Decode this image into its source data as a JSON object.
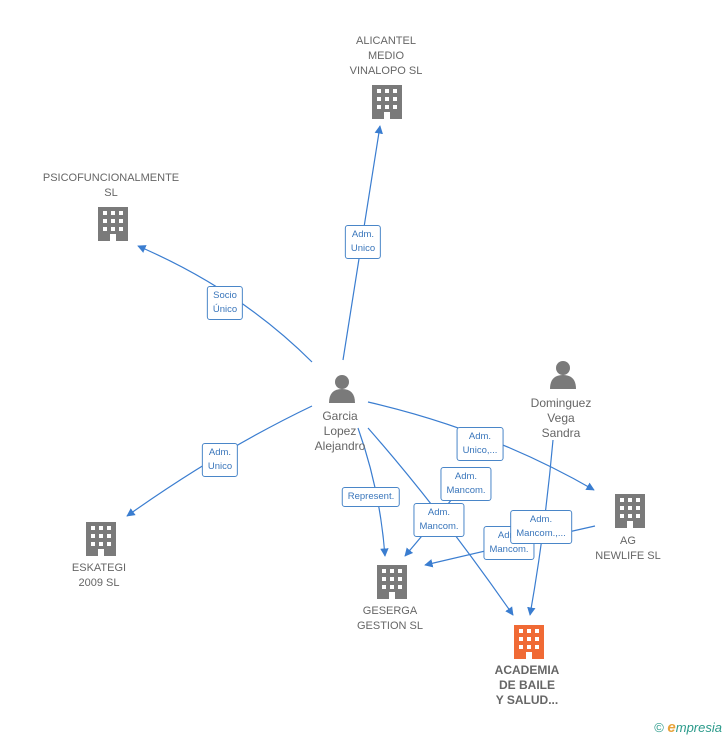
{
  "colors": {
    "edge": "#3a7dd0",
    "company_icon": "#7a7a7a",
    "person_icon": "#7a7a7a",
    "highlight_icon": "#f06a35",
    "label_border": "#4a86c8",
    "label_text": "#3a76bb"
  },
  "nodes": {
    "alicantel": {
      "label": "ALICANTEL\nMEDIO\nVINALOPO  SL",
      "kind": "company",
      "icon": "building-icon"
    },
    "psicofuncionalmente": {
      "label": "PSICOFUNCIONALMENTE\nSL",
      "kind": "company",
      "icon": "building-icon"
    },
    "garcia": {
      "label": "Garcia\nLopez\nAlejandro",
      "kind": "person",
      "icon": "person-icon"
    },
    "dominguez": {
      "label": "Dominguez\nVega\nSandra",
      "kind": "person",
      "icon": "person-icon"
    },
    "eskategi": {
      "label": "ESKATEGI\n2009 SL",
      "kind": "company",
      "icon": "building-icon"
    },
    "gesergo": {
      "label": "GESERGA\nGESTION SL",
      "kind": "company",
      "icon": "building-icon"
    },
    "ag_newlife": {
      "label": "AG\nNEWLIFE  SL",
      "kind": "company",
      "icon": "building-icon"
    },
    "academia": {
      "label": "ACADEMIA\nDE BAILE\nY SALUD...",
      "kind": "company-highlight",
      "icon": "building-icon"
    }
  },
  "edge_labels": {
    "adm_unico_alicantel": "Adm.\nUnico",
    "socio_unico": "Socio\nÚnico",
    "adm_unico_eskategi": "Adm.\nUnico",
    "represent": "Represent.",
    "adm_unico_newlife": "Adm.\nUnico,...",
    "adm_mancom_1": "Adm.\nMancom.",
    "adm_mancom_2": "Adm.\nMancom.",
    "adm_mancom_3": "Adm.\nMancom.",
    "adm_mancom_4": "Adm.\nMancom.,..."
  },
  "footer": {
    "copyright": "©",
    "brand_initial": "e",
    "brand_rest": "mpresia"
  }
}
